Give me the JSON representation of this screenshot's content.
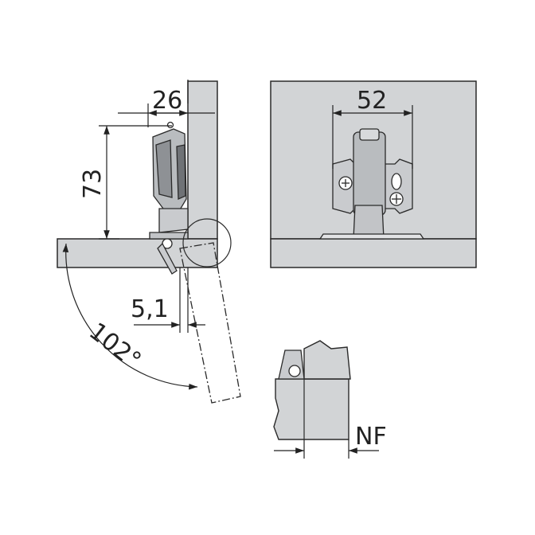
{
  "dimensions": {
    "cup_offset": "26",
    "height": "73",
    "overlay": "5,1",
    "angle": "102°",
    "plate_width": "52",
    "clearance": "NF"
  },
  "colors": {
    "panel": "#d2d4d6",
    "line": "#2a2a2a",
    "metal": "#b9bcbf",
    "background": "#ffffff"
  }
}
